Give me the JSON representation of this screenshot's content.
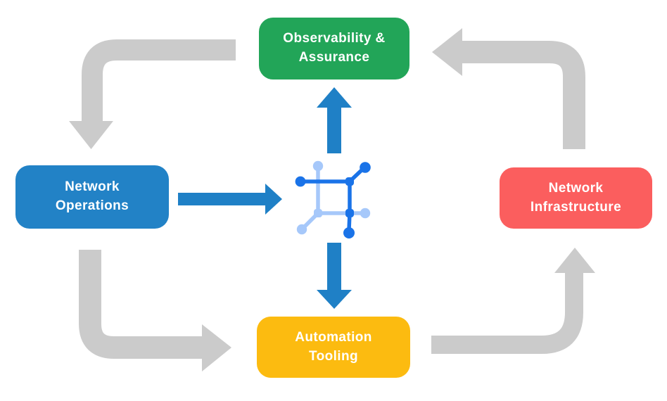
{
  "diagram": {
    "title": "network automation cycle diagram",
    "background_color": "#ffffff",
    "text_color": "#ffffff",
    "nodes": {
      "observability": {
        "label": "Observability &\nAssurance",
        "color": "#22A558"
      },
      "operations": {
        "label": "Network\nOperations",
        "color": "#2282C6"
      },
      "infrastructure": {
        "label": "Network\nInfrastructure",
        "color": "#FB5E5E"
      },
      "automation": {
        "label": "Automation\nTooling",
        "color": "#FCBB10"
      }
    },
    "arrows": {
      "cycle_color": "#CBCBCB",
      "direct_color": "#1F80C6",
      "flows": [
        {
          "from": "observability-assurance",
          "to": "network-operations",
          "style": "gray-elbow"
        },
        {
          "from": "network-operations",
          "to": "automation-tooling",
          "style": "gray-elbow"
        },
        {
          "from": "automation-tooling",
          "to": "network-infrastructure",
          "style": "gray-elbow"
        },
        {
          "from": "network-infrastructure",
          "to": "observability-assurance",
          "style": "gray-elbow"
        },
        {
          "from": "network-operations",
          "to": "center-network-icon",
          "style": "blue-straight"
        },
        {
          "from": "center-network-icon",
          "to": "observability-assurance",
          "style": "blue-straight"
        },
        {
          "from": "center-network-icon",
          "to": "automation-tooling",
          "style": "blue-straight"
        }
      ]
    },
    "center_icon": {
      "name": "network-mesh-icon",
      "primary_color": "#1A73E8",
      "secondary_color": "#A6C8FA"
    }
  }
}
